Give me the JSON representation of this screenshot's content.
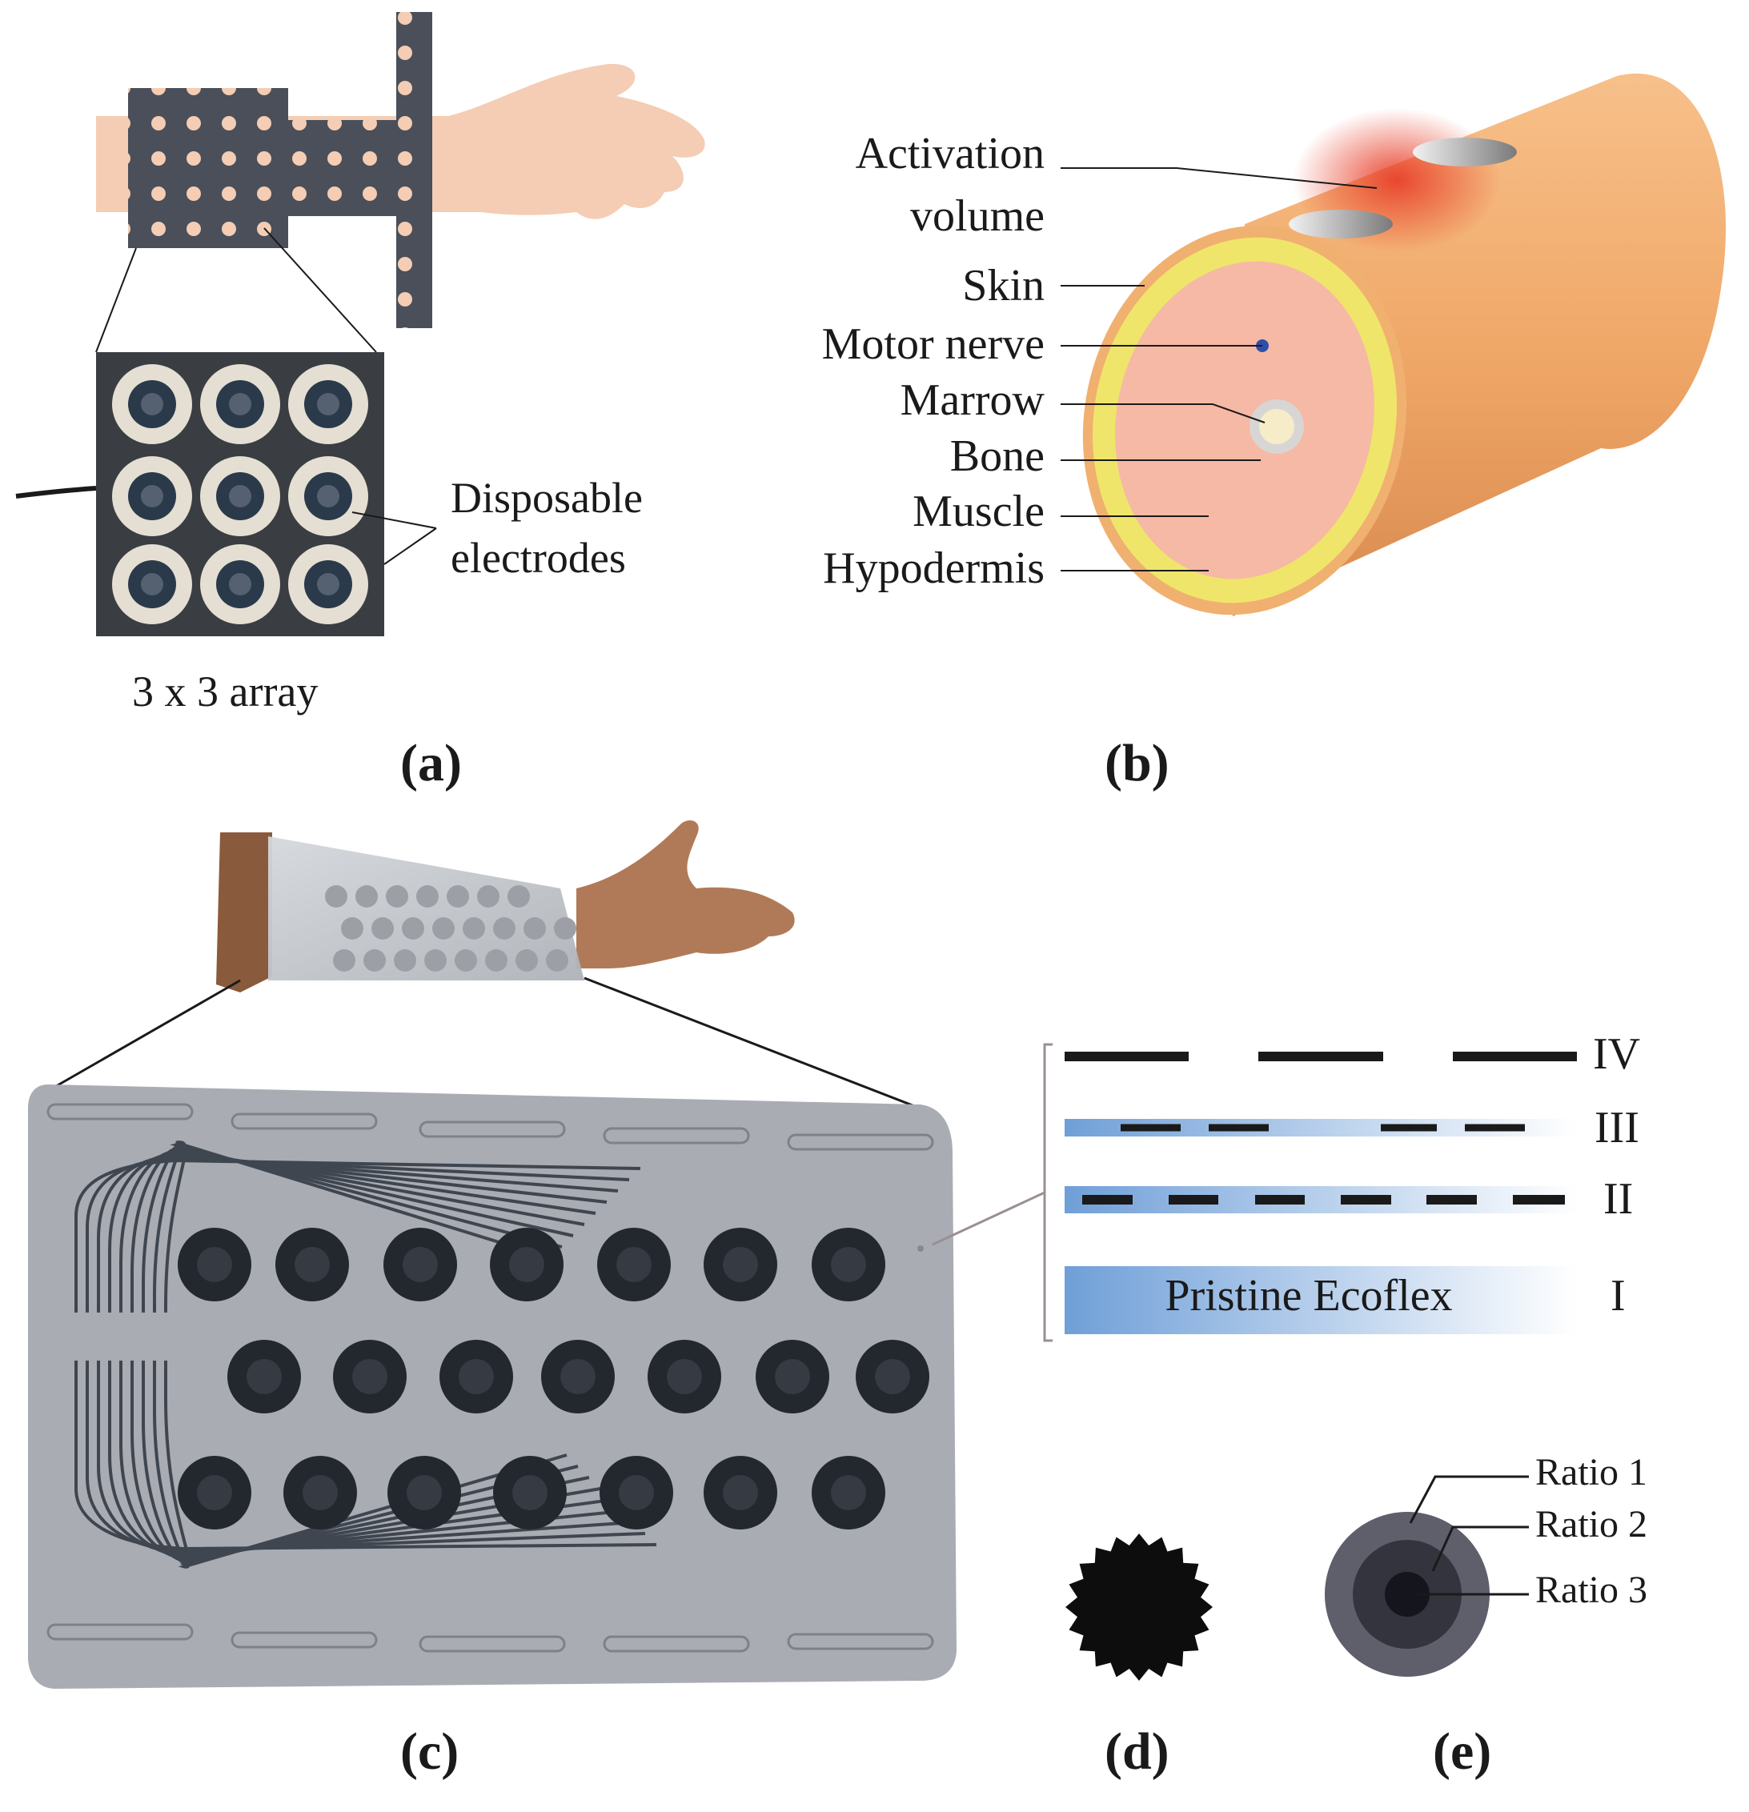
{
  "panel_a": {
    "label": "(a)",
    "callout": [
      "Disposable",
      "electrodes"
    ],
    "caption": "3 x 3 array"
  },
  "panel_b": {
    "label": "(b)",
    "layers": [
      "Activation",
      "volume",
      "Skin",
      "Motor nerve",
      "Marrow",
      "Bone",
      "Muscle",
      "Hypodermis"
    ]
  },
  "panel_c": {
    "label": "(c)"
  },
  "layers_diagram": {
    "levels": [
      "IV",
      "III",
      "II",
      "I"
    ],
    "base_text": "Pristine Ecoflex"
  },
  "panel_d": {
    "label": "(d)"
  },
  "panel_e": {
    "label": "(e)",
    "ratios": [
      "Ratio 1",
      "Ratio 2",
      "Ratio 3"
    ]
  },
  "colors": {
    "skin_light": "#f4cdb4",
    "array_dark": "#4a4f5a",
    "cylinder_orange": "#f0a868",
    "skin_yellow": "#efe56a",
    "muscle_pink": "#f6b9a5",
    "activation_red": "#e8402a",
    "ecoflex_blue": "#6f9fd8",
    "ratio_outer": "#5f5f6b",
    "ratio_mid": "#34343f",
    "ratio_inner": "#15151d"
  }
}
